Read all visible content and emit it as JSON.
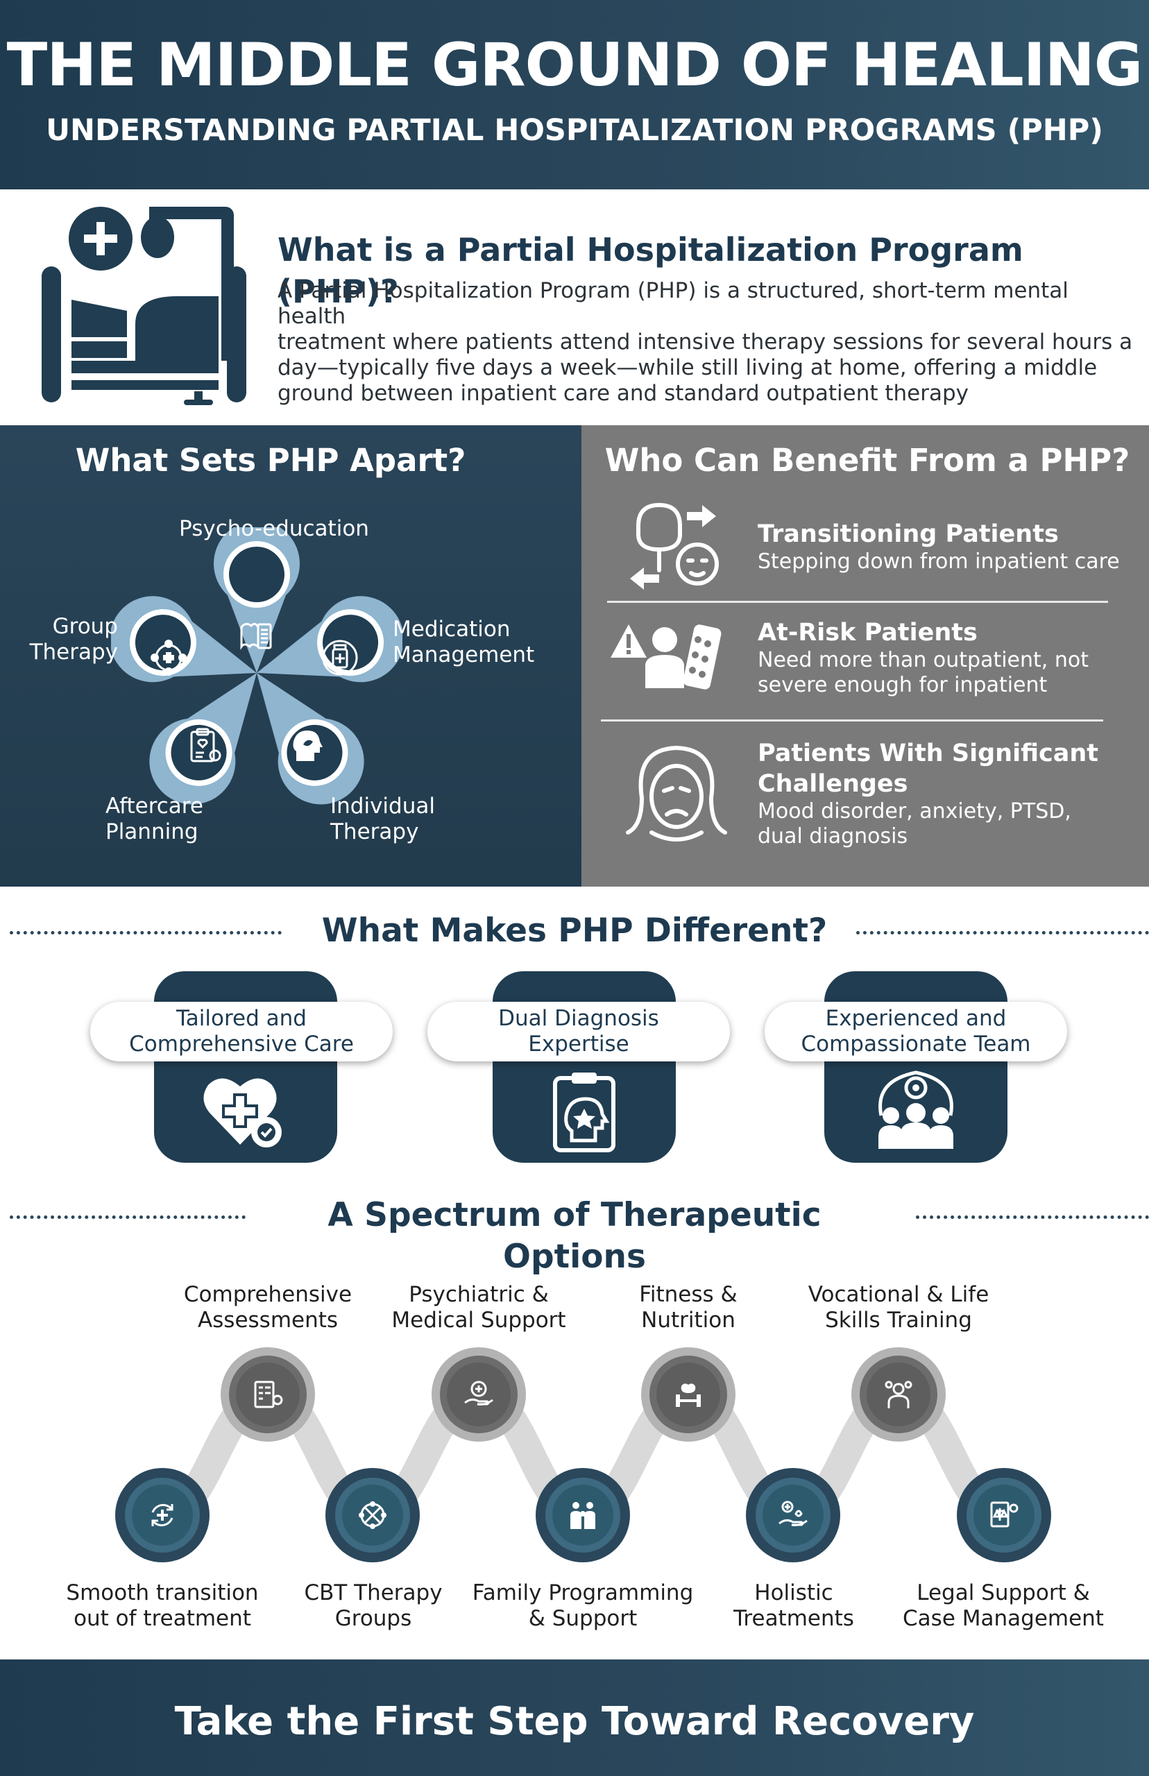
{
  "header": {
    "title": "THE MIDDLE GROUND OF HEALING",
    "subtitle": "UNDERSTANDING PARTIAL HOSPITALIZATION PROGRAMS (PHP)"
  },
  "what_is": {
    "icon": "hospital-bed-icon",
    "title": "What is a Partial Hospitalization Program (PHP)?",
    "lines": [
      "A Partial Hospitalization Program (PHP) is a structured, short-term mental health",
      "treatment where patients attend intensive therapy sessions for several hours a",
      "day—typically five days a week—while still living at home, offering a middle",
      "ground between inpatient care and standard outpatient therapy"
    ]
  },
  "sets_apart": {
    "title": "What Sets PHP Apart?",
    "items": [
      {
        "label_lines": [
          "Psycho-education"
        ],
        "icon": "brain-book-icon"
      },
      {
        "label_lines": [
          "Medication",
          "Management"
        ],
        "icon": "medication-bottle-icon"
      },
      {
        "label_lines": [
          "Individual",
          "Therapy"
        ],
        "icon": "head-leaf-icon"
      },
      {
        "label_lines": [
          "Aftercare",
          "Planning"
        ],
        "icon": "clipboard-gear-icon"
      },
      {
        "label_lines": [
          "Group",
          "Therapy"
        ],
        "icon": "group-circle-icon"
      }
    ]
  },
  "who_benefits": {
    "title": "Who Can Benefit From a PHP?",
    "items": [
      {
        "title_lines": [
          "Transitioning Patients"
        ],
        "desc_lines": [
          "Stepping down from inpatient care"
        ],
        "icon": "transition-people-icon"
      },
      {
        "title_lines": [
          "At-Risk Patients"
        ],
        "desc_lines": [
          "Need more than outpatient, not",
          "severe enough for inpatient"
        ],
        "icon": "warning-person-pills-icon"
      },
      {
        "title_lines": [
          "Patients With Significant",
          "Challenges"
        ],
        "desc_lines": [
          "Mood disorder, anxiety, PTSD,",
          "dual diagnosis"
        ],
        "icon": "distressed-woman-icon"
      }
    ]
  },
  "different": {
    "title": "What Makes PHP Different?",
    "cards": [
      {
        "label_lines": [
          "Tailored and",
          "Comprehensive Care"
        ],
        "icon": "heart-cross-gear-icon"
      },
      {
        "label_lines": [
          "Dual Diagnosis",
          "Expertise"
        ],
        "icon": "clipboard-head-star-icon"
      },
      {
        "label_lines": [
          "Experienced and",
          "Compassionate Team"
        ],
        "icon": "team-gear-icon"
      }
    ]
  },
  "spectrum": {
    "title": "A Spectrum of Therapeutic Options",
    "top": [
      {
        "label_lines": [
          "Comprehensive",
          "Assessments"
        ],
        "icon": "assessment-form-icon"
      },
      {
        "label_lines": [
          "Psychiatric &",
          "Medical Support"
        ],
        "icon": "hand-brain-cross-icon"
      },
      {
        "label_lines": [
          "Fitness &",
          "Nutrition"
        ],
        "icon": "dumbbell-apple-icon"
      },
      {
        "label_lines": [
          "Vocational & Life",
          "Skills Training"
        ],
        "icon": "person-gears-icon"
      }
    ],
    "bottom": [
      {
        "label_lines": [
          "Smooth transition",
          "out of treatment"
        ],
        "icon": "cycle-cross-icon"
      },
      {
        "label_lines": [
          "CBT Therapy",
          "Groups"
        ],
        "icon": "group-network-icon"
      },
      {
        "label_lines": [
          "Family Programming",
          "& Support"
        ],
        "icon": "family-icon"
      },
      {
        "label_lines": [
          "Holistic",
          "Treatments"
        ],
        "icon": "hand-lotus-icon"
      },
      {
        "label_lines": [
          "Legal Support &",
          "Case Management"
        ],
        "icon": "legal-scales-icon"
      }
    ]
  },
  "footer": {
    "cta": "Take the First Step Toward Recovery"
  },
  "colors": {
    "navy": "#203d51",
    "navy_gradient_end": "#33566b",
    "gray_panel": "#7a7a7a",
    "light_blue": "#8fb5cf",
    "spectrum_gray": "#6c6c6c",
    "spectrum_teal": "#2e5a6e"
  }
}
